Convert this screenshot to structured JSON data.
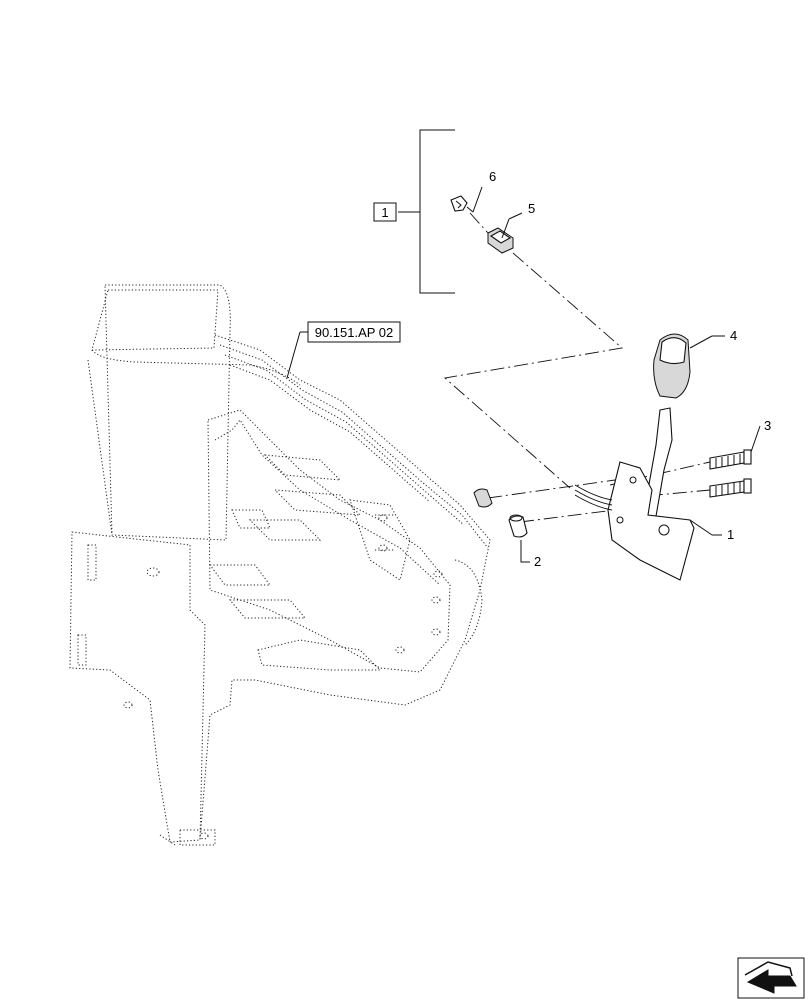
{
  "callouts": {
    "c1": "1",
    "c2": "2",
    "c3": "3",
    "c4": "4",
    "c5": "5",
    "c6": "6"
  },
  "kit_box_label": "1",
  "reference_label": "90.151.AP 02",
  "nav_icon": "next-page-arrow-icon"
}
